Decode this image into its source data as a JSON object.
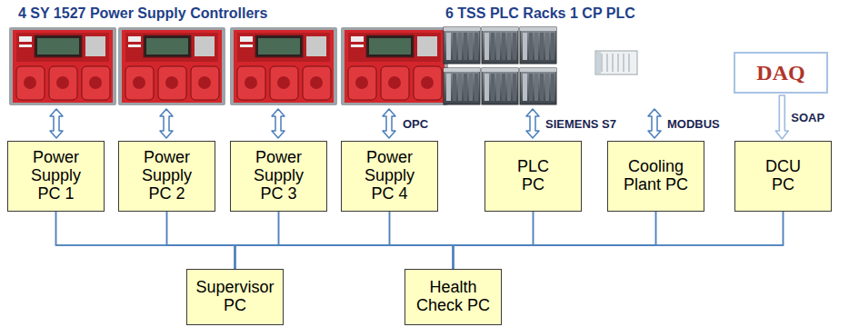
{
  "diagram": {
    "nodes": [
      {
        "text": [
          "DAQ"
        ]
      },
      {
        "text": [
          "Power Supply PC 1"
        ]
      },
      {
        "text": [
          "Power Supply PC 2"
        ]
      },
      {
        "text": [
          "Power Supply PC 3"
        ]
      },
      {
        "text": [
          "Power Supply PC 4"
        ]
      },
      {
        "text": [
          "PLC PC"
        ]
      },
      {
        "text": [
          "Cooling Plant PC"
        ]
      },
      {
        "text": [
          "DCU PC"
        ]
      },
      {
        "text": [
          "Supervisor PC"
        ]
      },
      {
        "text": [
          "Health Check PC"
        ]
      }
    ],
    "edges": [
      {
        "from": 0,
        "to": 7,
        "arrow": "to",
        "label": "SOAP"
      },
      {
        "from": 1,
        "to": 8,
        "arrow": "none"
      },
      {
        "from": 1,
        "to": 9,
        "arrow": "none"
      },
      {
        "from": 2,
        "to": 8,
        "arrow": "none"
      },
      {
        "from": 2,
        "to": 9,
        "arrow": "none"
      },
      {
        "from": 3,
        "to": 8,
        "arrow": "none"
      },
      {
        "from": 3,
        "to": 9,
        "arrow": "none"
      },
      {
        "from": 4,
        "to": 8,
        "arrow": "none"
      },
      {
        "from": 4,
        "to": 9,
        "arrow": "none"
      },
      {
        "from": 5,
        "to": 8,
        "arrow": "none"
      },
      {
        "from": 5,
        "to": 9,
        "arrow": "none"
      },
      {
        "from": 6,
        "to": 8,
        "arrow": "none"
      },
      {
        "from": 6,
        "to": 9,
        "arrow": "none"
      },
      {
        "from": 7,
        "to": 8,
        "arrow": "none"
      },
      {
        "from": 7,
        "to": 9,
        "arrow": "none"
      }
    ],
    "labels": [
      "4 SY 1527 Power Supply Controllers",
      "6 TSS PLC Racks",
      "1 CP PLC",
      "OPC",
      "SIEMENS S7",
      "MODBUS"
    ]
  }
}
